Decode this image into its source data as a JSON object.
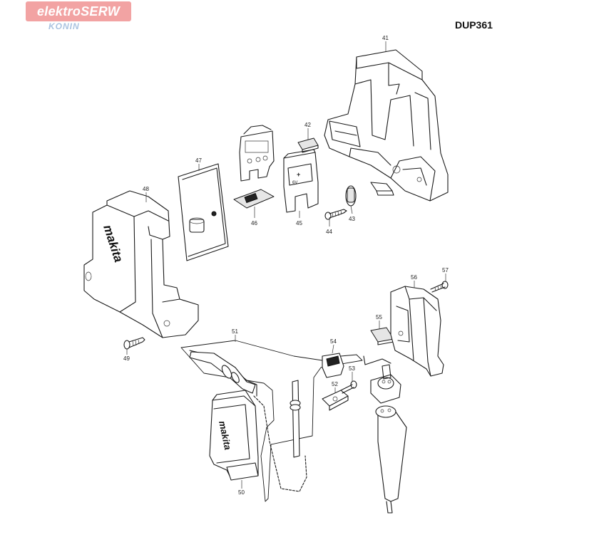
{
  "header": {
    "brand_name": "elektroSERW",
    "brand_city": "KONIN",
    "brand_color": "#f2a3a3",
    "brand_city_color": "#a9c2e0",
    "model": "DUP361"
  },
  "diagram": {
    "makita_logo": "makita",
    "parts": [
      {
        "number": "41"
      },
      {
        "number": "42"
      },
      {
        "number": "43"
      },
      {
        "number": "44"
      },
      {
        "number": "45"
      },
      {
        "number": "46"
      },
      {
        "number": "47"
      },
      {
        "number": "48"
      },
      {
        "number": "49"
      },
      {
        "number": "50"
      },
      {
        "number": "51"
      },
      {
        "number": "52"
      },
      {
        "number": "53"
      },
      {
        "number": "54"
      },
      {
        "number": "55"
      },
      {
        "number": "56"
      },
      {
        "number": "57"
      }
    ]
  }
}
